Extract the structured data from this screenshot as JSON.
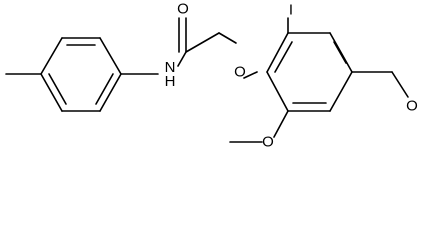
{
  "structure": {
    "atoms": {
      "carbonyl_o": "O",
      "amide_nh": "N\nH",
      "ether_o": "O",
      "iodo": "I",
      "methoxy_o": "O",
      "aldehyde_o": "O"
    }
  },
  "colors": {
    "background": "#ffffff",
    "ink": "#000000"
  }
}
